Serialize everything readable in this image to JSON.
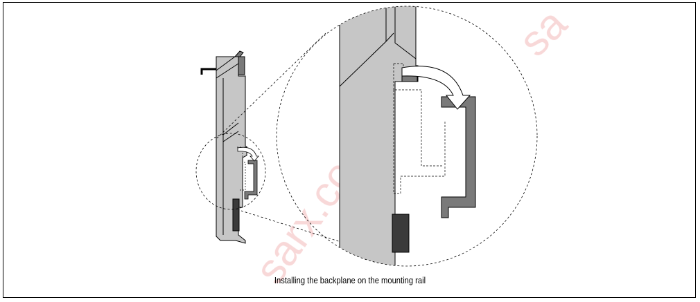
{
  "figure": {
    "caption": "Installing the backplane on the mounting rail",
    "watermark": "sarx.com",
    "colors": {
      "module_body": "#c6c6c6",
      "rail": "#7a7a7a",
      "connector": "#3a3a3a",
      "outline": "#000000",
      "watermark": "#f2b8b8"
    },
    "parts": [
      "backplane-module",
      "mounting-rail",
      "connector-block",
      "snap-arrow",
      "detail-magnifier"
    ]
  }
}
